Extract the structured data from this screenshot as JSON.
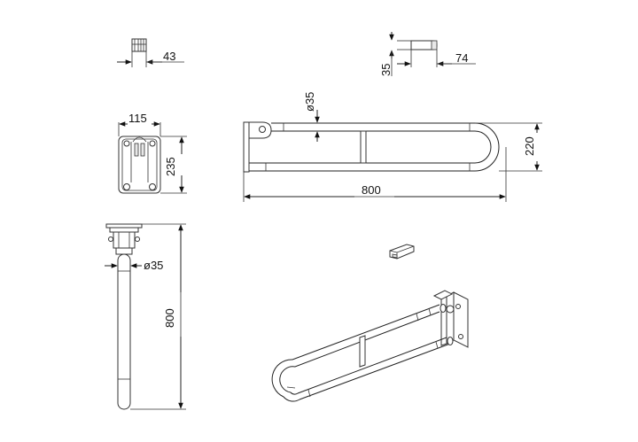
{
  "dimensions": {
    "clip_width": "43",
    "clip_height": "35",
    "clip_length": "74",
    "plate_width": "115",
    "plate_height": "235",
    "tube_diameter_top": "ø35",
    "rail_height": "220",
    "rail_length_top": "800",
    "tube_diameter_side": "ø35",
    "rail_length_side": "800"
  }
}
